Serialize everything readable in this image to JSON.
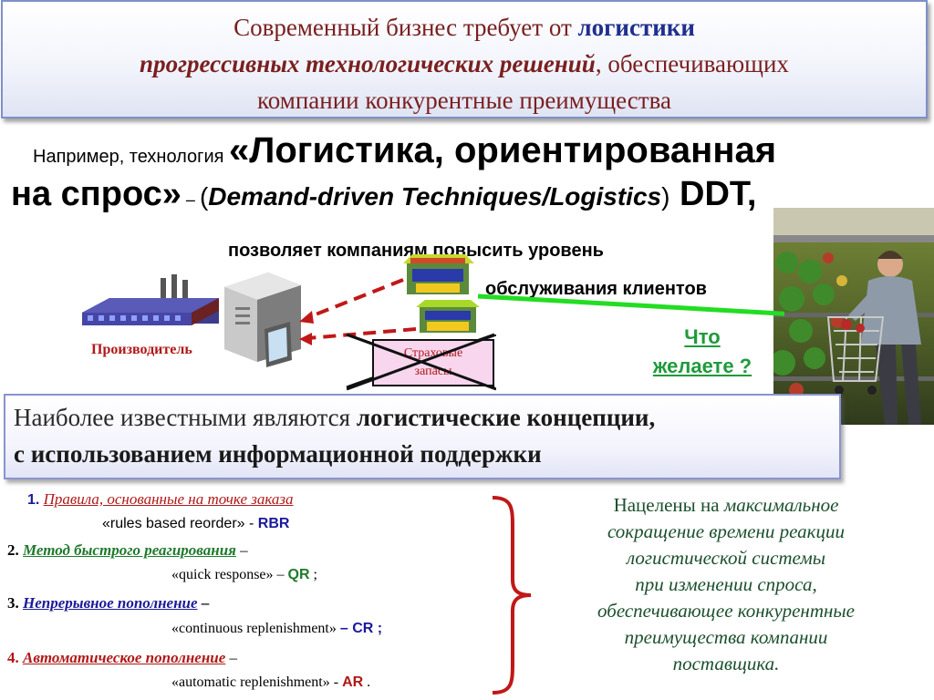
{
  "title": {
    "line1_prefix": "Современный бизнес требует от ",
    "line1_keyword": "логистики",
    "line2_italic": "прогрессивных технологических решений",
    "line2_rest": ", обеспечивающих",
    "line3": "компании конкурентные преимущества"
  },
  "intro": {
    "example_prefix": "Например, технология ",
    "concept_open": "«Логистика, ориентированная",
    "concept_close": "на спрос»",
    "dash": " – ",
    "paren_open": "(",
    "english_name": "Demand-driven Techniques/Logistics",
    "paren_close": ")",
    "abbr": "  DDT,"
  },
  "allows": {
    "line1": "позволяет компаниям повысить уровень",
    "line2": "обслуживания клиентов"
  },
  "diagram": {
    "producer_label": "Производитель",
    "safety_stock_line1": "Страховые",
    "safety_stock_line2": "запасы",
    "customer_question_line1": "Что",
    "customer_question_line2": "желаете ?"
  },
  "concepts": {
    "prefix": "Наиболее известными являются ",
    "bold1": "логистические концепции,",
    "bold2": "с использованием информационной поддержки"
  },
  "list": [
    {
      "num": "1.",
      "name": "Правила, основанные на точке  заказа",
      "en": "«rules based reorder» - ",
      "abbr": "RBR",
      "end": ""
    },
    {
      "num": "2.",
      "name": "Метод быстрого реагирования",
      "dash": " –",
      "en": "«quick response» – ",
      "abbr": "QR",
      "end": " ;"
    },
    {
      "num": "3. ",
      "name": "Непрерывное пополнение",
      "dash": " –",
      "en": "«continuous replenishment» ",
      "abbr": "– CR ;",
      "end": ""
    },
    {
      "num": "4.",
      "name": "Автоматическое пополнение",
      "dash": " –",
      "en": "«automatic replenishment» - ",
      "abbr": "AR",
      "end": " ."
    }
  ],
  "aim": {
    "line1_a": "Нацелены на ",
    "line1_b": "максимальное",
    "line2": "сокращение времени реакции",
    "line3": "логистической системы",
    "line4": "при изменении спроса,",
    "line5": "обеспечивающее конкурентные",
    "line6": "преимущества компании",
    "line7": "поставщика."
  },
  "colors": {
    "title_text": "#7a1f1f",
    "keyword_blue": "#1f2f8f",
    "red_item": "#b01818",
    "green_item": "#1f7a2c",
    "blue_item": "#1a1a9a",
    "green_arrow": "#22dd22",
    "red_arrow": "#c01818"
  },
  "icons": [
    "factory-icon",
    "server-icon",
    "store-icon",
    "shopper-photo",
    "brace-icon"
  ]
}
